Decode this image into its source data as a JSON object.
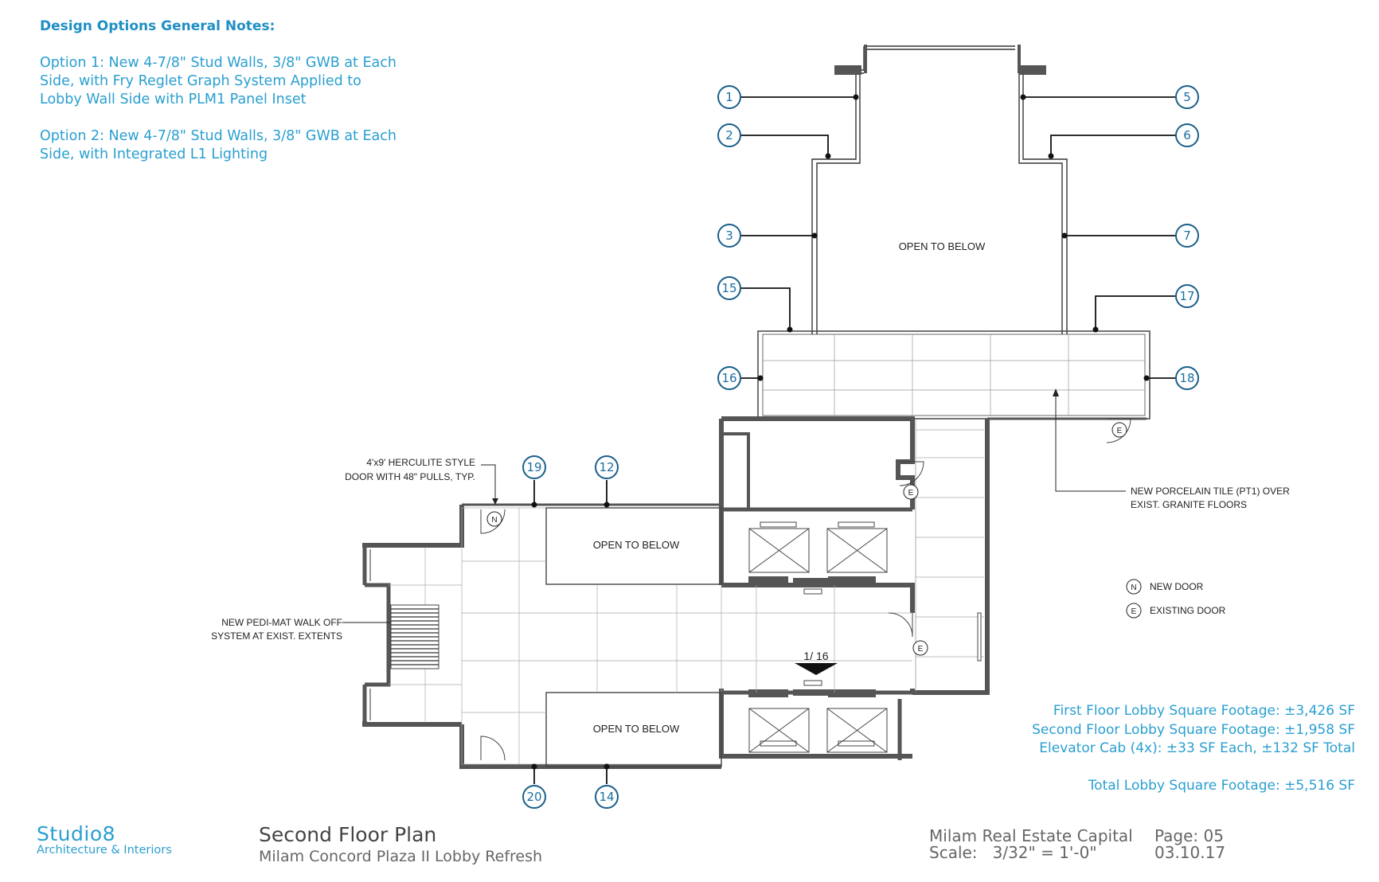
{
  "notes": {
    "heading": "Design Options General Notes:",
    "option1": "Option 1: New 4-7/8\" Stud Walls, 3/8\" GWB at Each Side, with Fry Reglet Graph System Applied to Lobby Wall Side with PLM1 Panel Inset",
    "option2": "Option 2: New 4-7/8\" Stud Walls, 3/8\" GWB at Each Side, with Integrated L1 Lighting"
  },
  "plan": {
    "rooms": {
      "open_top": "OPEN TO BELOW",
      "open_mid": "OPEN TO BELOW",
      "open_bottom": "OPEN TO BELOW"
    },
    "annotations": {
      "door_line1": "4'x9' HERCULITE STYLE",
      "door_line2": "DOOR WITH 48\" PULLS, TYP.",
      "mat_line1": "NEW PEDI-MAT WALK OFF",
      "mat_line2": "SYSTEM AT EXIST. EXTENTS",
      "tile_line1": "NEW PORCELAIN TILE (PT1) OVER",
      "tile_line2": "EXIST. GRANITE FLOORS",
      "section_ref": "1/ 16"
    },
    "legend": {
      "new_symbol": "N",
      "new_label": "NEW DOOR",
      "existing_symbol": "E",
      "existing_label": "EXISTING DOOR"
    },
    "door_tags": {
      "new": "N",
      "existing": "E"
    },
    "callouts": [
      "1",
      "2",
      "3",
      "15",
      "16",
      "5",
      "6",
      "7",
      "17",
      "18",
      "19",
      "12",
      "20",
      "14"
    ]
  },
  "sqft": {
    "first": "First Floor Lobby Square Footage: ±3,426 SF",
    "second": "Second Floor Lobby Square Footage: ±1,958 SF",
    "cab": "Elevator Cab (4x): ±33 SF Each, ±132 SF Total",
    "total": "Total Lobby Square Footage: ±5,516 SF"
  },
  "titleblock": {
    "firm": "Studio8",
    "firm_sub": "Architecture & Interiors",
    "title": "Second Floor Plan",
    "project": "Milam Concord Plaza II Lobby Refresh",
    "client": "Milam Real Estate Capital",
    "scale": "Scale:   3/32\" = 1'-0\"",
    "page": "Page: 05",
    "date": "03.10.17"
  },
  "colors": {
    "accent": "#2a9fd0",
    "wall": "#555555",
    "line": "#222222"
  }
}
